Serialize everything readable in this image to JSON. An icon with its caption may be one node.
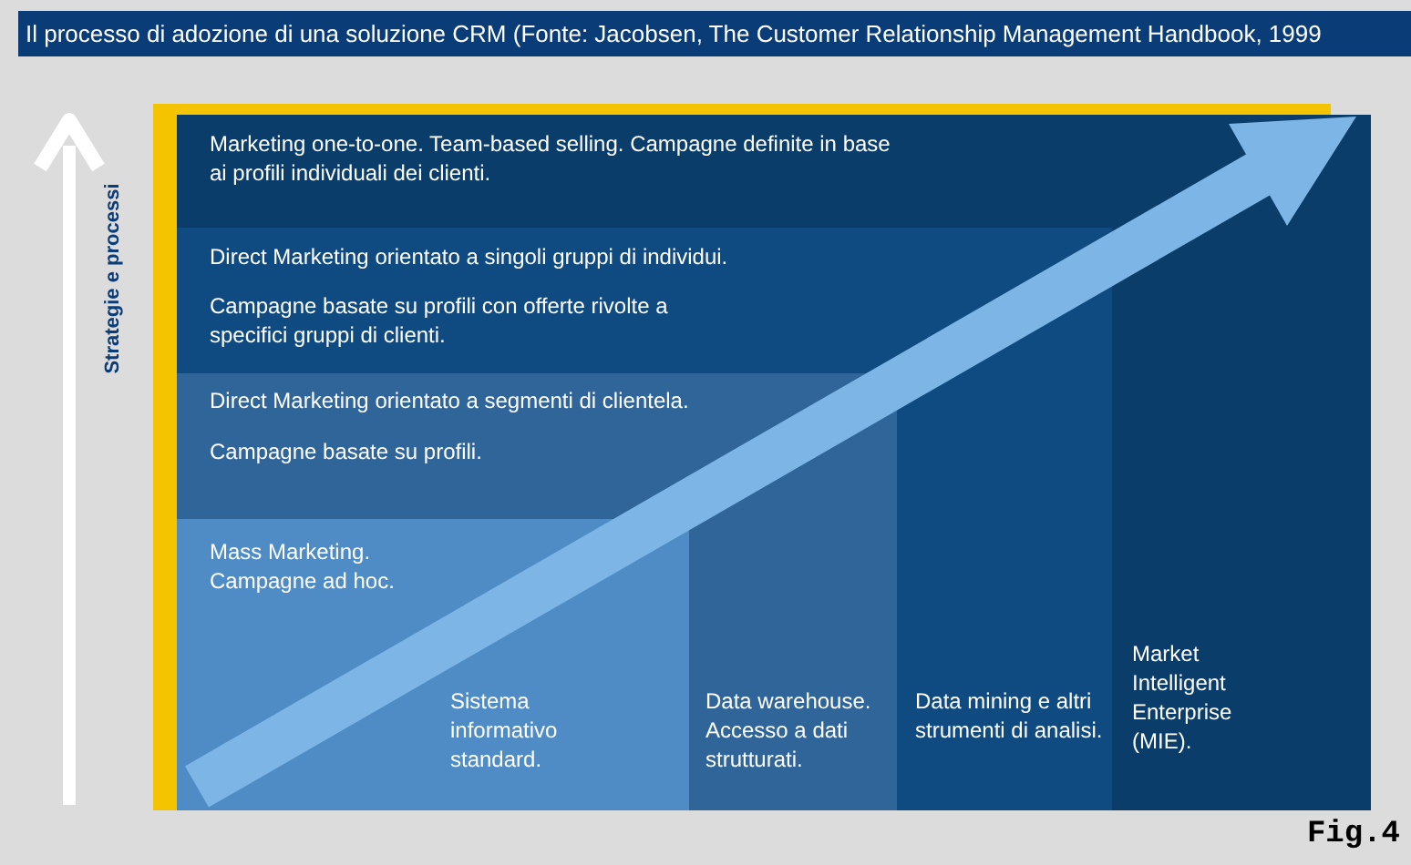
{
  "diagram": {
    "title": "Il processo di adozione di una soluzione CRM (Fonte: Jacobsen, The Customer Relationship Management Handbook, 1999",
    "nodes": [
      {
        "text": [
          "Marketing one-to-one. Team-based selling. Campagne definite in base ai profili individuali dei clienti.",
          "Market Intelligent Enterprise (MIE)."
        ]
      },
      {
        "text": [
          "Direct Marketing orientato a singoli gruppi di individui.",
          "Campagne basate su profili con offerte rivolte a specifici gruppi di clienti.",
          "Data mining e altri strumenti di analisi."
        ],
        "in": 0
      },
      {
        "text": [
          "Direct Marketing orientato a segmenti di clientela.",
          "Campagne basate su profili.",
          "Data warehouse. Accesso a dati strutturati."
        ],
        "in": 1
      },
      {
        "text": [
          "Mass Marketing. Campagne ad hoc.",
          "Sistema informativo standard."
        ],
        "in": 2
      }
    ],
    "labels": [
      "Strategie e processi",
      "Fig.4"
    ]
  }
}
